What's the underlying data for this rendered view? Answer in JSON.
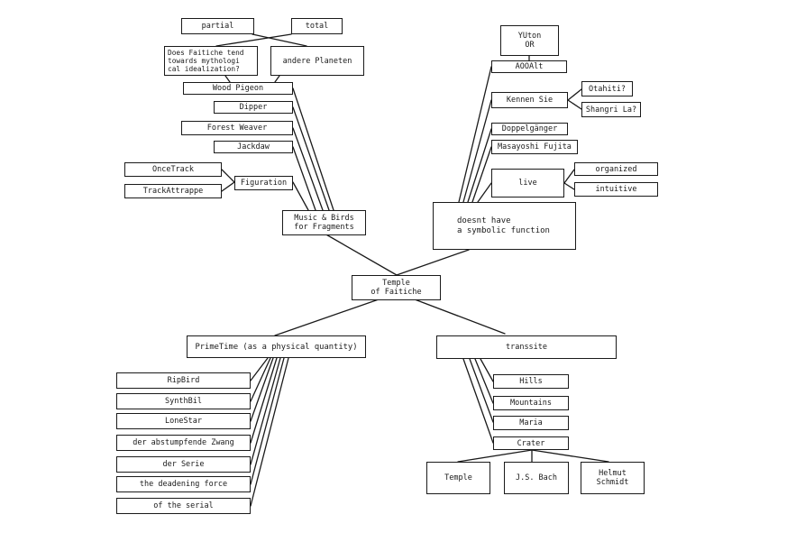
{
  "center": "Temple\nof Faitiche",
  "top_left": {
    "hub": "Music & Birds\nfor Fragments",
    "partial": "partial",
    "total": "total",
    "question": "Does Faitiche tend\ntowards mythologi\ncal idealization?",
    "andere": "andere  Planeten",
    "wood_pigeon": "Wood Pigeon",
    "dipper": "Dipper",
    "forest_weaver": "Forest Weaver",
    "jackdaw": "Jackdaw",
    "figuration": "Figuration",
    "oncetrack": "OnceTrack",
    "trackattrappe": "TrackAttrappe"
  },
  "top_right": {
    "hub": "doesnt have\na symbolic function",
    "yuton": "YUton\nOR",
    "aooalt": "AOOAlt",
    "kennen_sie": "Kennen Sie",
    "otahiti": "Otahiti?",
    "shangri_la": "Shangri La?",
    "doppelganger": "Doppelgänger",
    "masayoshi": "Masayoshi Fujita",
    "live": "live",
    "organized": "organized",
    "intuitive": "intuitive"
  },
  "bottom_left": {
    "hub": "PrimeTime (as a physical quantity)",
    "items": [
      "RipBird",
      "SynthBil",
      "LoneStar",
      "der abstumpfende Zwang",
      "der Serie",
      "the deadening force",
      "of the serial"
    ]
  },
  "bottom_right": {
    "hub": "transsite",
    "items": [
      "Hills",
      "Mountains",
      "Maria",
      "Crater"
    ],
    "crater_children": [
      "Temple",
      "J.S. Bach",
      "Helmut\nSchmidt"
    ]
  }
}
